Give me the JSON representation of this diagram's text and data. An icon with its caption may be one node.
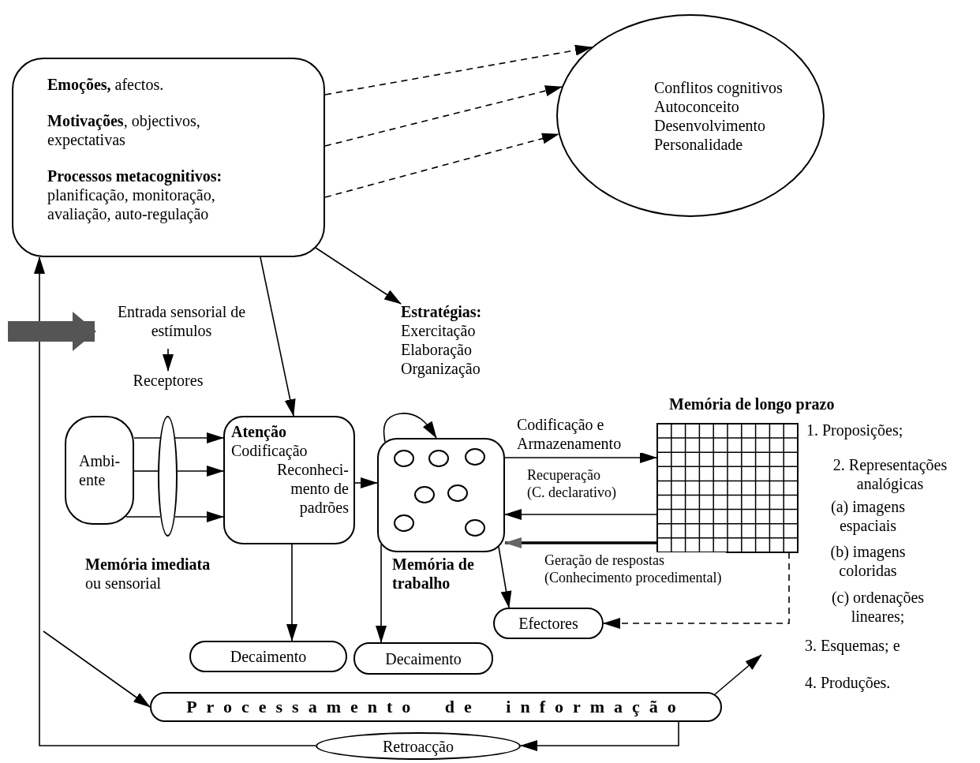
{
  "diagram": {
    "nodes": [
      {
        "text": [
          "**Emoções,** afectos.",
          "**Motivações**, objectivos, expectativas",
          "**Processos metacognitivos:** planificação, monitoração, avaliação, auto-regulação"
        ]
      },
      {
        "text": [
          "Conflitos cognitivos",
          "Autoconceito",
          "Desenvolvimento",
          "Personalidade"
        ]
      },
      {
        "text": [
          "Entrada sensorial de estímulos"
        ]
      },
      {
        "text": [
          "Receptores"
        ]
      },
      {
        "text": [
          "Ambi- ente"
        ]
      },
      {
        "text": [],
        "shape": "ellipse"
      },
      {
        "text": [
          "Atenção",
          "Codificação",
          "Reconheci- mento de padrões"
        ]
      },
      {
        "text": [
          "Estratégias:",
          "Exercitação",
          "Elaboração",
          "Organização"
        ]
      },
      {
        "text": [],
        "shape": "box",
        "beside": [
          "Memória de trabalho"
        ]
      },
      {
        "text": [
          "Memória de longo prazo"
        ]
      },
      {
        "text": [
          "Efectores"
        ]
      },
      {
        "text": [
          "Decaimento"
        ]
      },
      {
        "text": [
          "Decaimento"
        ]
      },
      {
        "text": [
          "Processamento de informação"
        ]
      },
      {
        "text": [
          "Retroacção"
        ]
      }
    ],
    "edges": [
      {
        "from": 0,
        "to": 1,
        "arrow": "to",
        "style": "dashed"
      },
      {
        "from": 0,
        "to": 1,
        "arrow": "to",
        "style": "dashed"
      },
      {
        "from": 0,
        "to": 1,
        "arrow": "to",
        "style": "dashed"
      },
      {
        "from": 0,
        "to": 6,
        "arrow": "to"
      },
      {
        "from": 0,
        "to": 7,
        "arrow": "to"
      },
      {
        "from": 2,
        "to": 3,
        "arrow": "to"
      },
      {
        "from": 4,
        "to": 5,
        "arrow": "none"
      },
      {
        "from": 4,
        "to": 5,
        "arrow": "none"
      },
      {
        "from": 4,
        "to": 5,
        "arrow": "none"
      },
      {
        "from": 5,
        "to": 6,
        "arrow": "to"
      },
      {
        "from": 5,
        "to": 6,
        "arrow": "to"
      },
      {
        "from": 5,
        "to": 6,
        "arrow": "to"
      },
      {
        "from": 6,
        "to": 8,
        "arrow": "to"
      },
      {
        "from": 8,
        "to": 8,
        "arrow": "to"
      },
      {
        "from": 8,
        "to": 9,
        "arrow": "to",
        "label": "Codificação e Armazenamento"
      },
      {
        "from": 9,
        "to": 8,
        "arrow": "to",
        "label": "Recuperação (C. declarativo)"
      },
      {
        "from": 9,
        "to": 8,
        "arrow": "to",
        "label": "Geração de respostas (Conhecimento procedimental)",
        "style": "thick"
      },
      {
        "from": 9,
        "to": 10,
        "arrow": "to",
        "style": "dashed"
      },
      {
        "from": 6,
        "to": 11,
        "arrow": "to"
      },
      {
        "from": 8,
        "to": 12,
        "arrow": "to"
      },
      {
        "from": 8,
        "to": 10,
        "arrow": "to"
      },
      {
        "from": null,
        "to": 13,
        "arrow": "to"
      },
      {
        "from": 13,
        "to": null,
        "arrow": "to"
      },
      {
        "from": 13,
        "to": 14,
        "arrow": "to"
      },
      {
        "from": 14,
        "to": 0,
        "arrow": "to"
      },
      {
        "from": null,
        "to": 2,
        "arrow": "to",
        "style": "thick",
        "color": "#555555"
      }
    ],
    "labels": [
      "**Memória imediata** ou sensorial",
      "1. Proposições;",
      "2. Representações analógicas",
      "(a) imagens espaciais",
      "(b) imagens coloridas",
      "(c) ordenações lineares;",
      "3. Esquemas; e",
      "4. Produções."
    ]
  }
}
